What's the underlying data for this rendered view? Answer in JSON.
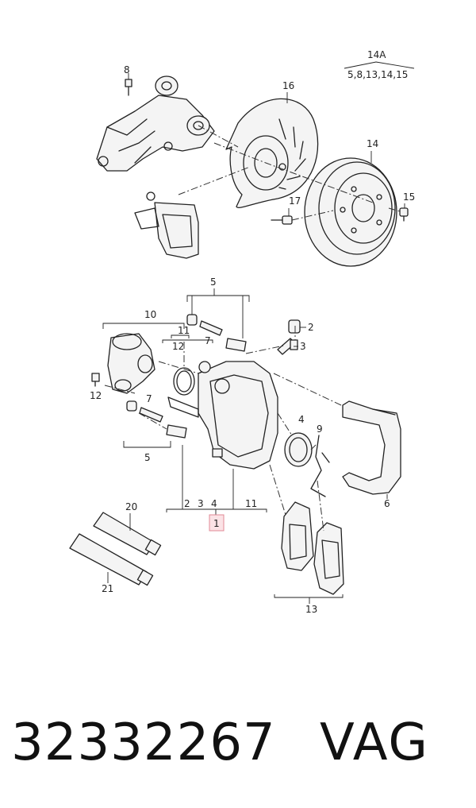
{
  "diagram": {
    "callouts": {
      "c1": "1",
      "c2": "2",
      "c3": "3",
      "c4": "4",
      "c5a": "5",
      "c5b": "5",
      "c6": "6",
      "c7a": "7",
      "c7b": "7",
      "c8": "8",
      "c9": "9",
      "c10": "10",
      "c11a": "11",
      "c11b": "11",
      "c12a": "12",
      "c12b": "12",
      "c13": "13",
      "c14": "14",
      "c14a": "14A",
      "c14a_list": "5,8,13,14,15",
      "c15": "15",
      "c16": "16",
      "c17": "17",
      "c20": "20",
      "c21": "21",
      "b2": "2",
      "b3": "3",
      "b4": "4"
    }
  },
  "footer": {
    "part_number": "32332267",
    "brand": "VAG"
  }
}
